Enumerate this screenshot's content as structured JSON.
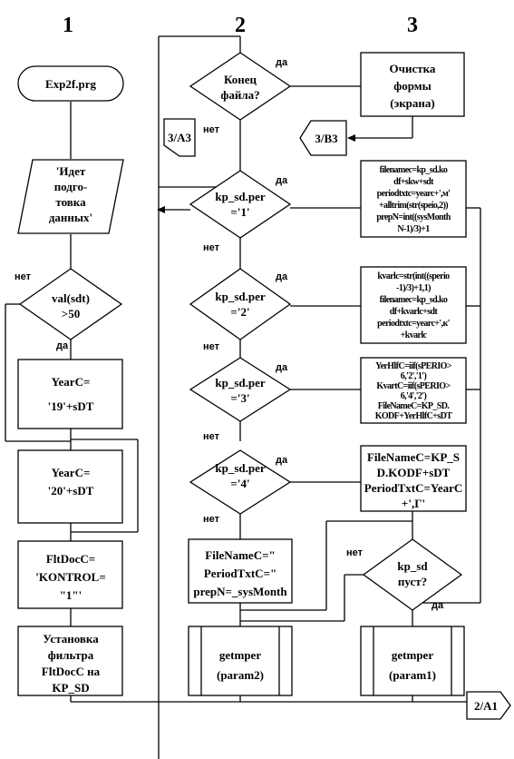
{
  "columns": [
    "1",
    "2",
    "3"
  ],
  "col1": {
    "start": "Exp2f.prg",
    "io": [
      "'Идет",
      "подго-",
      "товка",
      "данных'"
    ],
    "dec": [
      "val(sdt)",
      ">50"
    ],
    "yes": "да",
    "no": "нет",
    "p1": [
      "YearC=",
      "'19'+sDT"
    ],
    "p2": [
      "YearC=",
      "'20'+sDT"
    ],
    "p3": [
      "FltDocC=",
      "'KONTROL=",
      "\"1\"'"
    ],
    "p4": [
      "Установка",
      "фильтра",
      "FltDocC на",
      "KP_SD"
    ]
  },
  "col2": {
    "d0": [
      "Конец",
      "файла?"
    ],
    "d0_yes": "да",
    "d0_no": "нет",
    "conn": "3/A3",
    "d1": [
      "kp_sd.per",
      "='1'"
    ],
    "d2": [
      "kp_sd.per",
      "='2'"
    ],
    "d3": [
      "kp_sd.per",
      "='3'"
    ],
    "d4": [
      "kp_sd.per",
      "='4'"
    ],
    "yes": "да",
    "no": "нет",
    "pend": [
      "FileNameC=\"",
      "PeriodTxtC=\"",
      "prepN=_sysMonth"
    ],
    "sub": [
      "getmper",
      "(param2)"
    ]
  },
  "col3": {
    "clear": [
      "Очистка",
      "формы",
      "(экрана)"
    ],
    "conn": "3/B3",
    "b1": [
      "filenamec=kp_sd.ko",
      "df+skw+sdt",
      "periodtxtc=yearc+',м'",
      "+alltrim(str(speio,2))",
      "prepN=int((sysMonth",
      "N-1)/3)+1"
    ],
    "b2": [
      "kvarlc=str(int((sperio",
      "-1)/3)+1,1)",
      "filenamec=kp_sd.ko",
      "df+kvarlc+sdt",
      "periodtxtc=yearc+',к'",
      "+kvarlc"
    ],
    "b3": [
      "YerHlfC=iif(sPERIO>",
      "6,'2','1')",
      "KvartC=iif(sPERIO>",
      "6,'4','2')",
      "FileNameC=KP_SD.",
      "KODF+YerHlfC+sDT"
    ],
    "b4": [
      "FileNameC=KP_S",
      "D.KODF+sDT",
      "PeriodTxtC=YearC",
      "+',Г'"
    ],
    "d5": [
      "kp_sd",
      "пуст?"
    ],
    "d5_no": "нет",
    "d5_yes": "да",
    "sub": [
      "getmper",
      "(param1)"
    ],
    "exit": "2/A1"
  }
}
